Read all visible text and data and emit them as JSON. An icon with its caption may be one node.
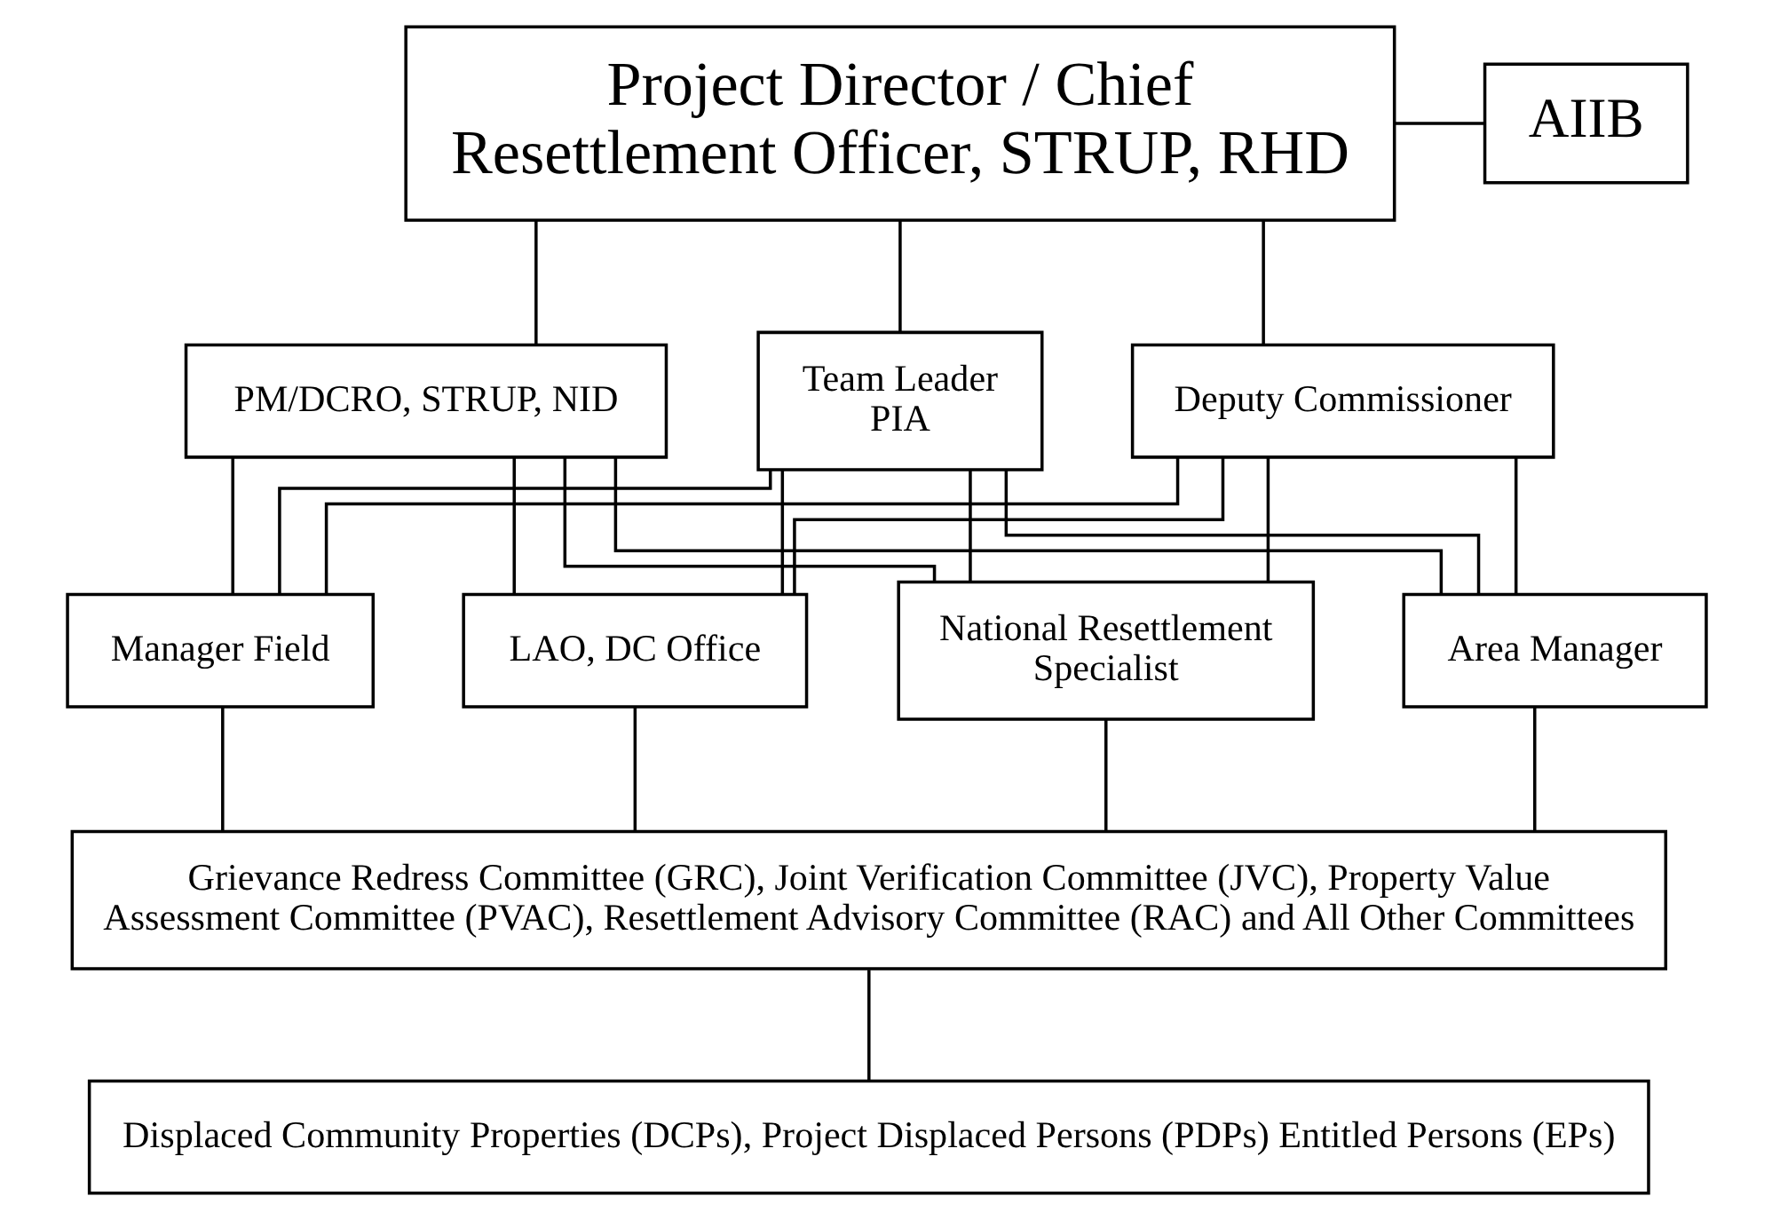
{
  "diagram": {
    "nodes": [
      {
        "text": [
          "Project Director / Chief Resettlement Officer, STRUP, RHD"
        ]
      },
      {
        "text": [
          "AIIB"
        ]
      },
      {
        "text": [
          "PM/DCRO, STRUP, NID"
        ]
      },
      {
        "text": [
          "Team Leader PIA"
        ]
      },
      {
        "text": [
          "Deputy Commissioner"
        ]
      },
      {
        "text": [
          "National Resettlement Specialist"
        ]
      },
      {
        "text": [
          "Area Manager"
        ]
      },
      {
        "text": [
          "Manager Field"
        ]
      },
      {
        "text": [
          "LAO, DC Office"
        ]
      },
      {
        "text": [
          "Grievance Redress Committee (GRC), Joint Verification Committee (JVC), Property Value Assessment Committee (PVAC), Resettlement Advisory Committee (RAC) and All Other Committees"
        ]
      },
      {
        "text": [
          "Displaced Community Properties (DCPs), Project Displaced Persons (PDPs) Entitled Persons (EPs)"
        ]
      }
    ],
    "edges": [
      {
        "from": 0,
        "to": 1,
        "arrow": "none"
      },
      {
        "from": 0,
        "to": 2,
        "arrow": "none"
      },
      {
        "from": 0,
        "to": 3,
        "arrow": "none"
      },
      {
        "from": 0,
        "to": 4,
        "arrow": "none"
      },
      {
        "from": 2,
        "to": 5,
        "arrow": "none"
      },
      {
        "from": 2,
        "to": 6,
        "arrow": "none"
      },
      {
        "from": 2,
        "to": 7,
        "arrow": "none"
      },
      {
        "from": 2,
        "to": 8,
        "arrow": "none"
      },
      {
        "from": 3,
        "to": 5,
        "arrow": "none"
      },
      {
        "from": 3,
        "to": 6,
        "arrow": "none"
      },
      {
        "from": 3,
        "to": 7,
        "arrow": "none"
      },
      {
        "from": 3,
        "to": 8,
        "arrow": "none"
      },
      {
        "from": 4,
        "to": 5,
        "arrow": "none"
      },
      {
        "from": 4,
        "to": 6,
        "arrow": "none"
      },
      {
        "from": 4,
        "to": 7,
        "arrow": "none"
      },
      {
        "from": 4,
        "to": 8,
        "arrow": "none"
      },
      {
        "from": 5,
        "to": 9,
        "arrow": "none"
      },
      {
        "from": 6,
        "to": 9,
        "arrow": "none"
      },
      {
        "from": 7,
        "to": 9,
        "arrow": "none"
      },
      {
        "from": 8,
        "to": 9,
        "arrow": "none"
      },
      {
        "from": 9,
        "to": 10,
        "arrow": "none"
      }
    ]
  }
}
